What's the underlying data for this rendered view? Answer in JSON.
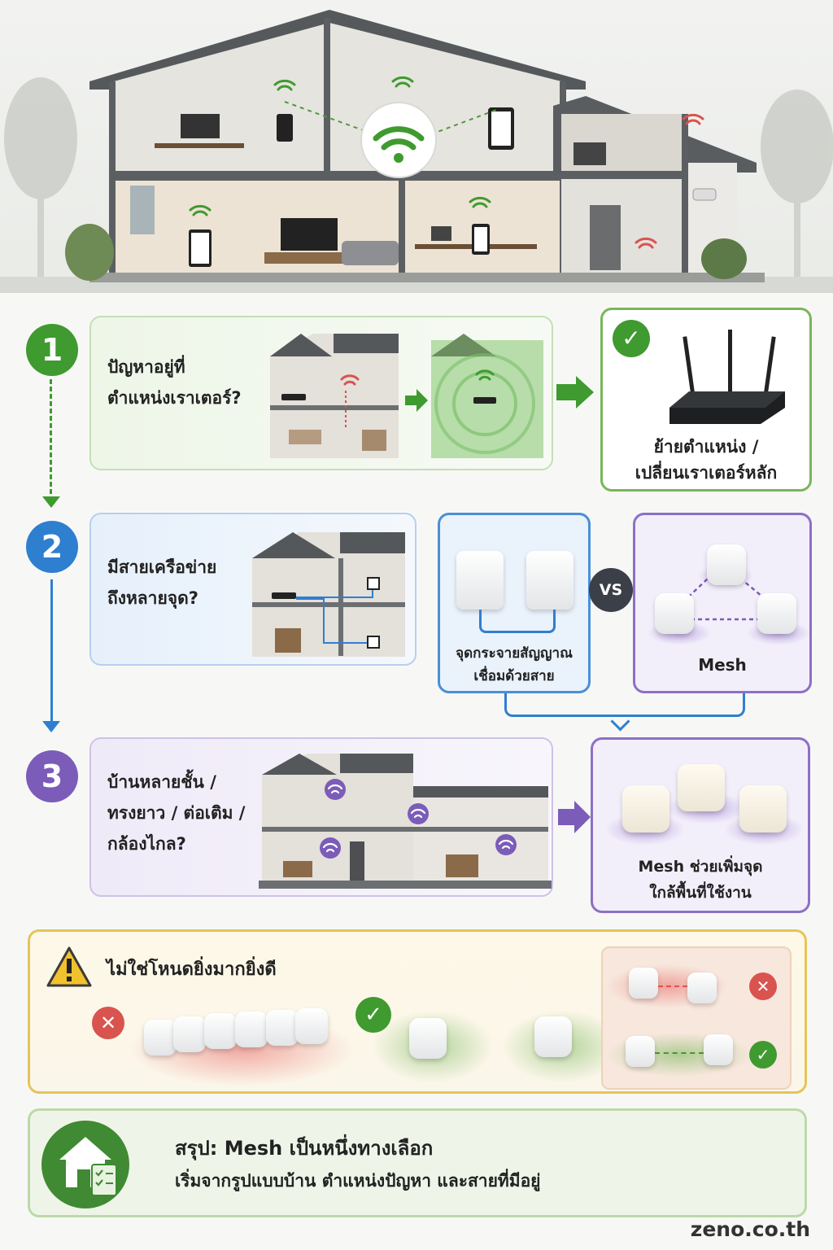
{
  "steps": [
    {
      "number": "1",
      "question": [
        "ปัญหาอยู่ที่",
        "ตำแหน่งเราเตอร์?"
      ],
      "result": [
        "ย้ายตำแหน่ง /",
        "เปลี่ยนเราเตอร์หลัก"
      ]
    },
    {
      "number": "2",
      "question": [
        "มีสายเครือข่าย",
        "ถึงหลายจุด?"
      ],
      "option_wired": [
        "จุดกระจายสัญญาณ",
        "เชื่อมด้วยสาย"
      ],
      "vs": "VS",
      "option_mesh": "Mesh"
    },
    {
      "number": "3",
      "question": [
        "บ้านหลายชั้น /",
        "ทรงยาว / ต่อเติม /",
        "กล้องไกล?"
      ],
      "result": [
        "Mesh ช่วยเพิ่มจุด",
        "ใกล้พื้นที่ใช้งาน"
      ]
    }
  ],
  "warning": {
    "title": "ไม่ใช่โหนดยิ่งมากยิ่งดี"
  },
  "summary": {
    "title": "สรุป: Mesh เป็นหนึ่งทางเลือก",
    "subtitle": "เริ่มจากรูปแบบบ้าน ตำแหน่งปัญหา และสายที่มีอยู่"
  },
  "brand": "zeno.co.th",
  "colors": {
    "step1": "#3f9a2f",
    "step2": "#2f7fd0",
    "step3": "#7b5cb8",
    "warning": "#e5c558",
    "bad": "#d9534f"
  },
  "icons": [
    "wifi-icon",
    "router-icon",
    "mesh-node-icon",
    "check-icon",
    "cross-icon",
    "warning-icon",
    "house-checklist-icon"
  ]
}
